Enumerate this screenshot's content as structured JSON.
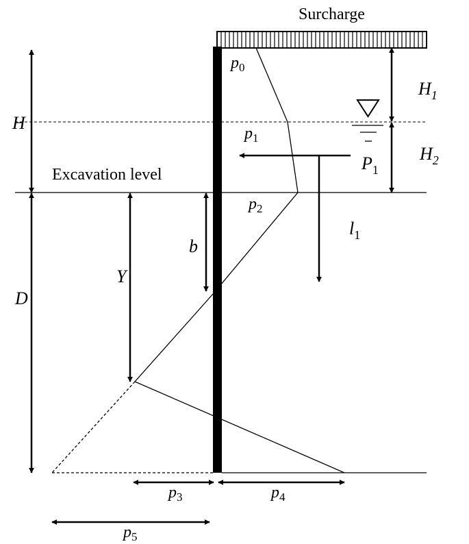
{
  "labels": {
    "surcharge": "Surcharge",
    "excavation_level": "Excavation level",
    "H": "H",
    "H1": "H",
    "H1_sub": "1",
    "H2": "H",
    "H2_sub": "2",
    "D": "D",
    "Y": "Y",
    "b": "b",
    "l1": "l",
    "l1_sub": "1",
    "P1": "P",
    "P1_sub": "1",
    "p0": "p",
    "p0_sub": "0",
    "p1": "p",
    "p1_sub": "1",
    "p2": "p",
    "p2_sub": "2",
    "p3": "p",
    "p3_sub": "3",
    "p4": "p",
    "p4_sub": "4",
    "p5": "p",
    "p5_sub": "5"
  }
}
